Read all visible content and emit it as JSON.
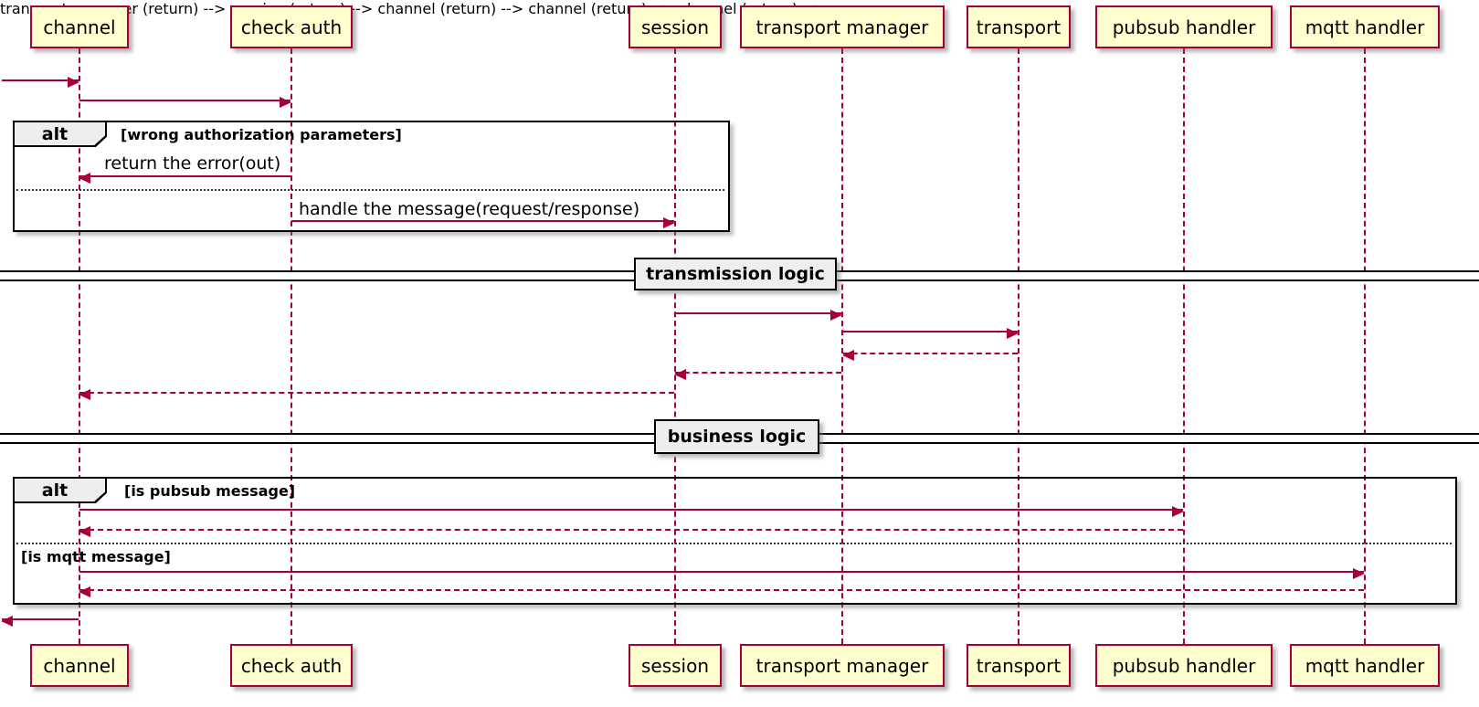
{
  "diagram": {
    "kind": "sequence-diagram",
    "colors": {
      "participant_fill": "#FEFECE",
      "participant_border": "#A80036",
      "arrow": "#A80036",
      "frame_border": "#000000",
      "label_fill": "#EEEEEE"
    },
    "participants": [
      {
        "name": "channel"
      },
      {
        "name": "check auth"
      },
      {
        "name": "session"
      },
      {
        "name": "transport manager"
      },
      {
        "name": "transport"
      },
      {
        "name": "pubsub handler"
      },
      {
        "name": "mqtt handler"
      }
    ],
    "messages": [
      {
        "from": "(left edge)",
        "to": "channel",
        "style": "solid",
        "label": ""
      },
      {
        "from": "channel",
        "to": "check auth",
        "style": "solid",
        "label": ""
      },
      {
        "from": "check auth",
        "to": "channel",
        "style": "solid",
        "label": "return the error(out)"
      },
      {
        "from": "check auth",
        "to": "session",
        "style": "solid",
        "label": "handle the message(request/response)"
      },
      {
        "from": "session",
        "to": "transport manager",
        "style": "solid",
        "label": ""
      },
      {
        "from": "transport manager",
        "to": "transport",
        "style": "solid",
        "label": ""
      },
      {
        "from": "transport",
        "to": "transport manager",
        "style": "dashed",
        "label": ""
      },
      {
        "from": "transport manager",
        "to": "session",
        "style": "dashed",
        "label": ""
      },
      {
        "from": "session",
        "to": "channel",
        "style": "dashed",
        "label": ""
      },
      {
        "from": "channel",
        "to": "pubsub handler",
        "style": "solid",
        "label": ""
      },
      {
        "from": "pubsub handler",
        "to": "channel",
        "style": "dashed",
        "label": ""
      },
      {
        "from": "channel",
        "to": "mqtt handler",
        "style": "solid",
        "label": ""
      },
      {
        "from": "mqtt handler",
        "to": "channel",
        "style": "dashed",
        "label": ""
      },
      {
        "from": "channel",
        "to": "(left edge)",
        "style": "solid",
        "label": ""
      }
    ],
    "fragments": {
      "alt1": {
        "keyword": "alt",
        "condition": "[wrong authorization parameters]"
      },
      "alt2": {
        "keyword": "alt",
        "condition_pubsub": "[is pubsub message]",
        "condition_mqtt": "[is mqtt message]"
      }
    },
    "dividers": {
      "transmission": "transmission logic",
      "business": "business logic"
    }
  }
}
